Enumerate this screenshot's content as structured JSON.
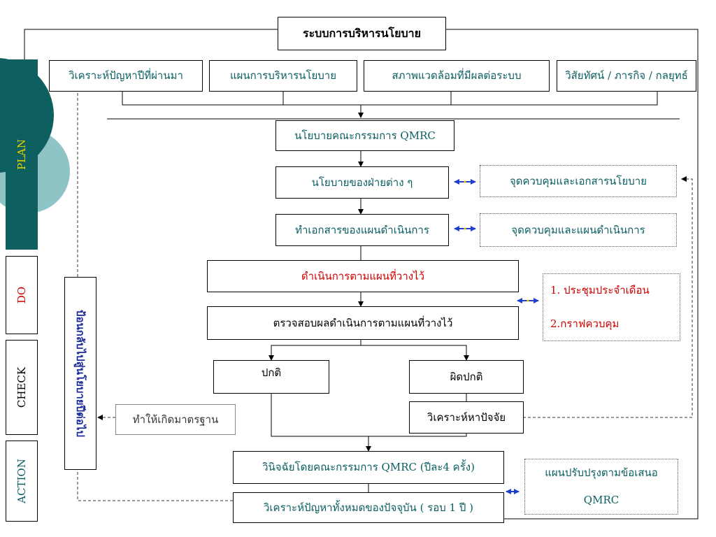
{
  "phases": {
    "plan": "PLAN",
    "do": "DO",
    "check": "CHECK",
    "action": "ACTION"
  },
  "top": {
    "title": "ระบบการบริหารนโยบาย",
    "inputs": [
      "วิเคราะห์ปัญหาปีที่ผ่านมา",
      "แผนการบริหารนโยบาย",
      "สภาพแวดล้อมที่มีผลต่อระบบ",
      "วิสัยทัศน์ / ภารกิจ / กลยุทธ์"
    ]
  },
  "flow": {
    "committee_policy": "นโยบายคณะกรรมการ QMRC",
    "department_policy": "นโยบายของฝ่ายต่าง ๆ",
    "plan_document": "ทำเอกสารของแผนดำเนินการ",
    "execute": "ดำเนินการตามแผนที่วางไว้",
    "check_results": "ตรวจสอบผลดำเนินการตามแผนที่วางไว้",
    "normal": "ปกติ",
    "abnormal": "ผิดปกติ",
    "analyze_cause": "วิเคราะห์หาปัจจัย",
    "standardize": "ทำให้เกิดมาตรฐาน",
    "diagnose": "วินิจฉัยโดยคณะกรรมการ QMRC (ปีละ4 ครั้ง)",
    "analyze_all": "วิเคราะห์ปัญหาทั้งหมดของปัจจุบัน ( รอบ 1 ปี )"
  },
  "side": {
    "control_policy_docs": "จุดควบคุมและเอกสารนโยบาย",
    "control_plan": "จุดควบคุมและแผนดำเนินการ",
    "monthly_meeting": "1. ประชุมประจำเดือน",
    "control_chart": "2.กราฟควบคุม",
    "improvement_plan_line1": "แผนปรับปรุงตามข้อเสนอ",
    "improvement_plan_line2": "QMRC"
  },
  "feedback": {
    "vertical_label": "ป้อนกลับไปสู่นโยบายปีต่อไป"
  },
  "colors": {
    "circle_dark": "#0e5f5f",
    "circle_light": "#8fc4c6",
    "arrow_blue": "#1f3fd0",
    "arrow_yellow": "#e8c800",
    "teal_text": "#0b5e61",
    "red_text": "#d10000",
    "plan_text": "#e6d200"
  }
}
